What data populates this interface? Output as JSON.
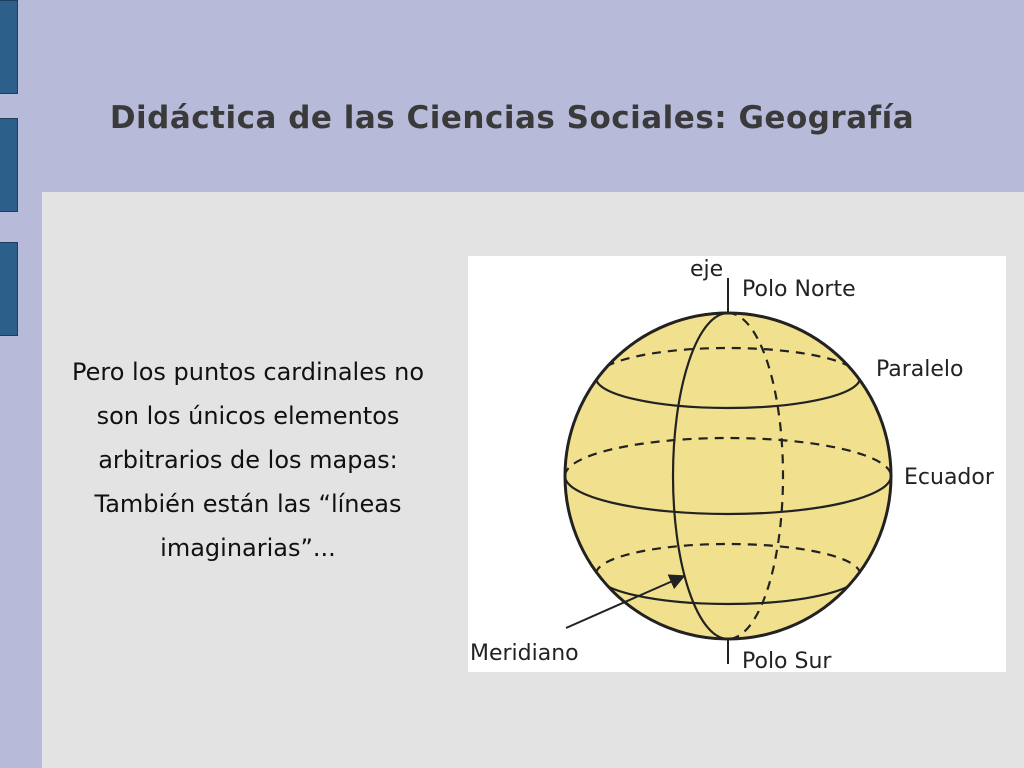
{
  "slide": {
    "title": "Didáctica de las Ciencias Sociales: Geografía",
    "body_text": "Pero los puntos cardinales no son los únicos elementos arbitrarios de los mapas: También están las “líneas imaginarias”..."
  },
  "diagram": {
    "labels": {
      "axis": "eje",
      "north_pole": "Polo Norte",
      "parallel": "Paralelo",
      "equator": "Ecuador",
      "meridian": "Meridiano",
      "south_pole": "Polo Sur"
    },
    "colors": {
      "globe_fill": "#f1e18e",
      "line": "#222222"
    }
  },
  "theme": {
    "frame": "#b7bad9",
    "content_bg": "#e3e3e3",
    "tab_color": "#2c5f8a"
  }
}
